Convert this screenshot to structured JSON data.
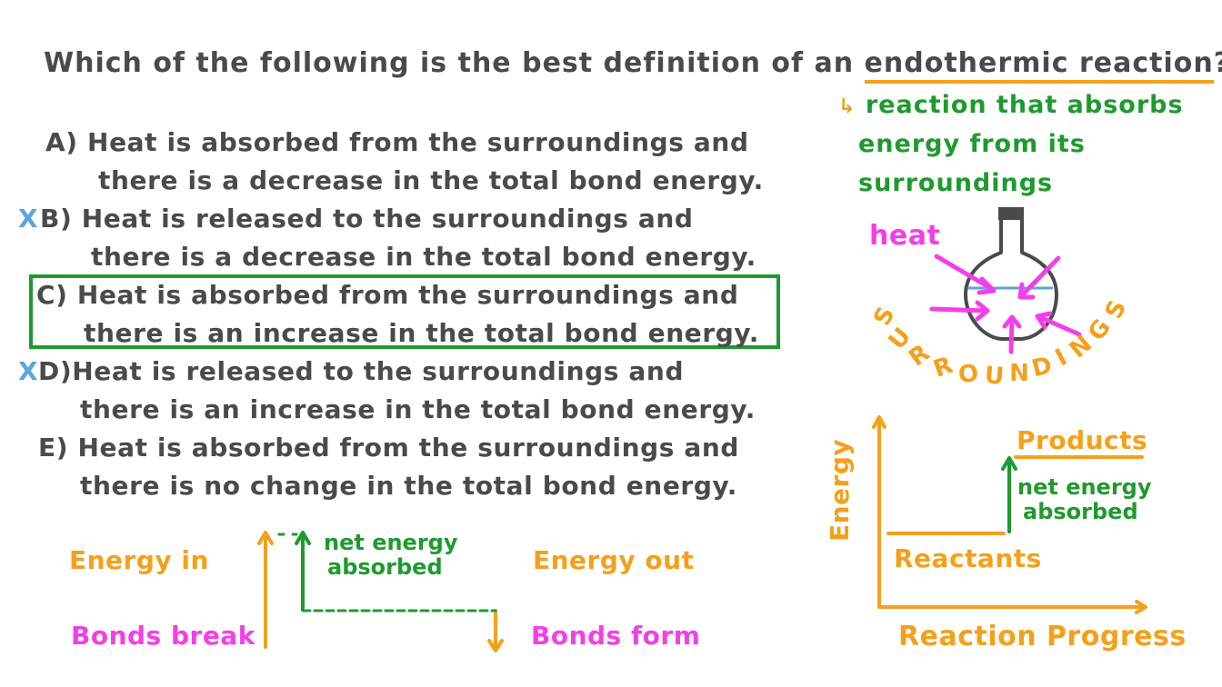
{
  "question": {
    "prefix": "Which of the following is the best definition of an ",
    "term": "endothermic reaction",
    "suffix": "?"
  },
  "definition_note": {
    "arrow_icon": "hook-arrow-icon",
    "lines": [
      "reaction that absorbs",
      "energy from its",
      "surroundings"
    ]
  },
  "options": [
    {
      "letter": "A)",
      "line1": "Heat is absorbed from the surroundings and",
      "line2": "there is a decrease in the total bond energy.",
      "mark": "",
      "correct": false
    },
    {
      "letter": "B)",
      "line1": "Heat is released to the surroundings and",
      "line2": "there is a decrease in the total bond energy.",
      "mark": "X",
      "correct": false
    },
    {
      "letter": "C)",
      "line1": "Heat is absorbed from the surroundings and",
      "line2": "there is an increase in the total bond energy.",
      "mark": "",
      "correct": true
    },
    {
      "letter": "D)",
      "line1": "Heat is released to the surroundings and",
      "line2": "there is an increase in the total bond energy.",
      "mark": "X",
      "correct": false
    },
    {
      "letter": "E)",
      "line1": "Heat is absorbed from the surroundings and",
      "line2": "there is no change in the total bond energy.",
      "mark": "",
      "correct": false
    }
  ],
  "flask_diagram": {
    "heat_label": "heat",
    "surroundings_label": "SURROUNDINGS",
    "surroundings_letters": [
      "S",
      "U",
      "R",
      "R",
      "O",
      "U",
      "N",
      "D",
      "I",
      "N",
      "G",
      "S"
    ]
  },
  "bond_energy_diagram": {
    "energy_in": "Energy in",
    "bonds_break": "Bonds break",
    "net_line1": "net energy",
    "net_line2": "absorbed",
    "energy_out": "Energy out",
    "bonds_form": "Bonds form"
  },
  "energy_profile": {
    "y_axis_label": "Energy",
    "x_axis_label": "Reaction Progress",
    "reactants_label": "Reactants",
    "products_label": "Products",
    "net_line1": "net energy",
    "net_line2": "absorbed"
  },
  "colors": {
    "text": "#4a4a4a",
    "green": "#1f9a2e",
    "orange": "#f3a11b",
    "pink": "#f43ee8",
    "blue": "#5ba6dc"
  }
}
